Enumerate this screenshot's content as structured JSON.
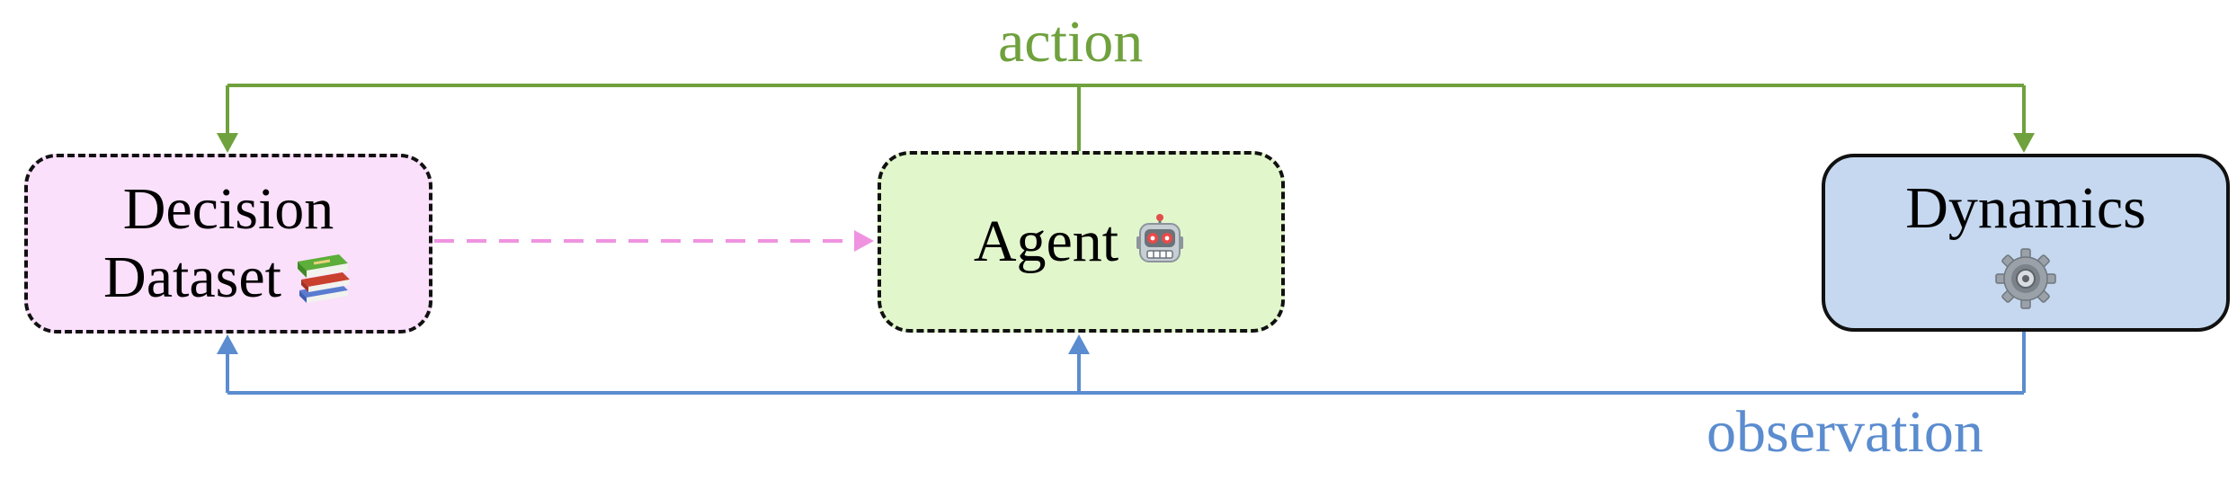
{
  "colors": {
    "action": "#6fa13d",
    "observation": "#5b8ccf",
    "offline": "#ef93e0",
    "dataset_fill": "#fae0fb",
    "agent_fill": "#e2f6cc",
    "dynamics_fill": "#c5d8f0"
  },
  "labels": {
    "action": "action",
    "observation": "observation"
  },
  "nodes": {
    "dataset": {
      "line1": "Decision",
      "line2": "Dataset",
      "icon": "books-icon"
    },
    "agent": {
      "line1": "Agent",
      "icon": "robot-icon"
    },
    "dynamics": {
      "line1": "Dynamics",
      "icon": "gear-icon"
    }
  }
}
